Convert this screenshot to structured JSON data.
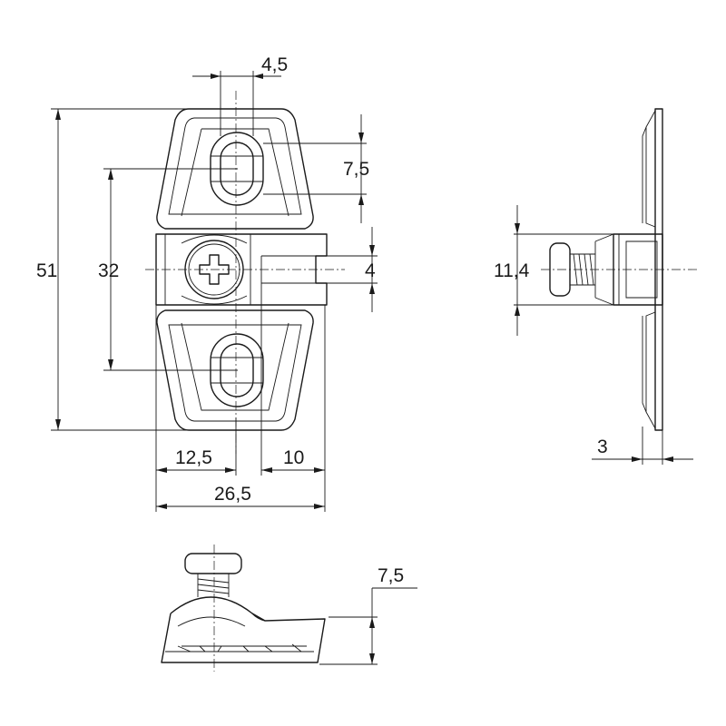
{
  "drawing": {
    "dimensions": {
      "slot_width": "4,5",
      "slot_length": "7,5",
      "total_height": "51",
      "hole_spacing": "32",
      "tongue_thickness": "4",
      "width_left": "12,5",
      "tongue_length": "10",
      "total_width": "26,5",
      "side_height": "11,4",
      "plate_thickness": "3",
      "bottom_height": "7,5"
    }
  }
}
